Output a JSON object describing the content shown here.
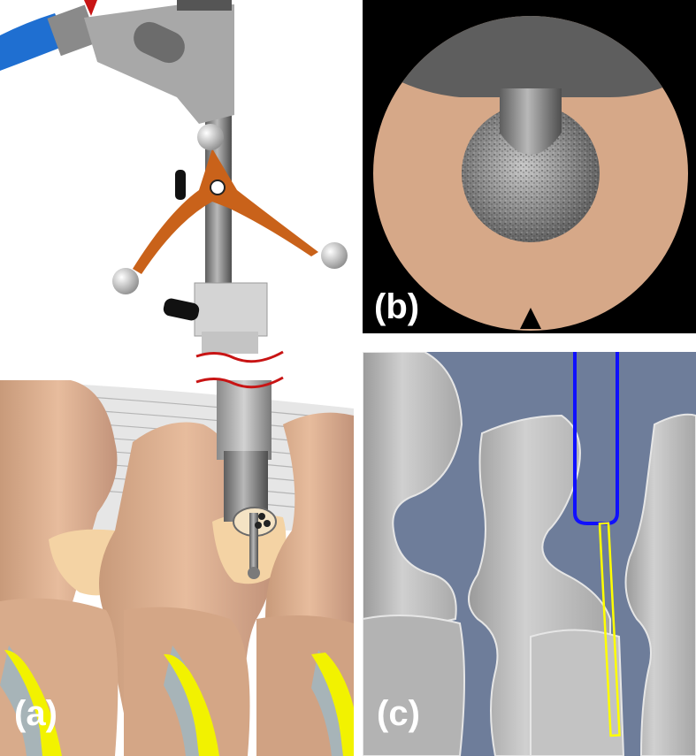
{
  "figure": {
    "panels": [
      {
        "id": "a",
        "label": "(a)"
      },
      {
        "id": "b",
        "label": "(b)"
      },
      {
        "id": "c",
        "label": "(c)"
      }
    ]
  },
  "colors": {
    "bone": "#d9ab8c",
    "bone_dark": "#b8896a",
    "disc": "#f4d3a4",
    "ligament": "#e4e4e4",
    "nerve": "#f2f200",
    "nerve_sheath": "#a7b4b8",
    "instrument_gray": "#8c8c8c",
    "orange_tracker": "#c9621a",
    "blue_cable": "#1f6fd1",
    "red_break": "#c81414",
    "panel_b_bg": "#000000",
    "panel_b_tissue": "#d6a888",
    "panel_c_bg": "#6e7d9a",
    "panel_c_bone": "#c8c8c8",
    "tool_blue": "#1010ff",
    "tool_yellow": "#ffff00",
    "label_color": "#ffffff"
  }
}
